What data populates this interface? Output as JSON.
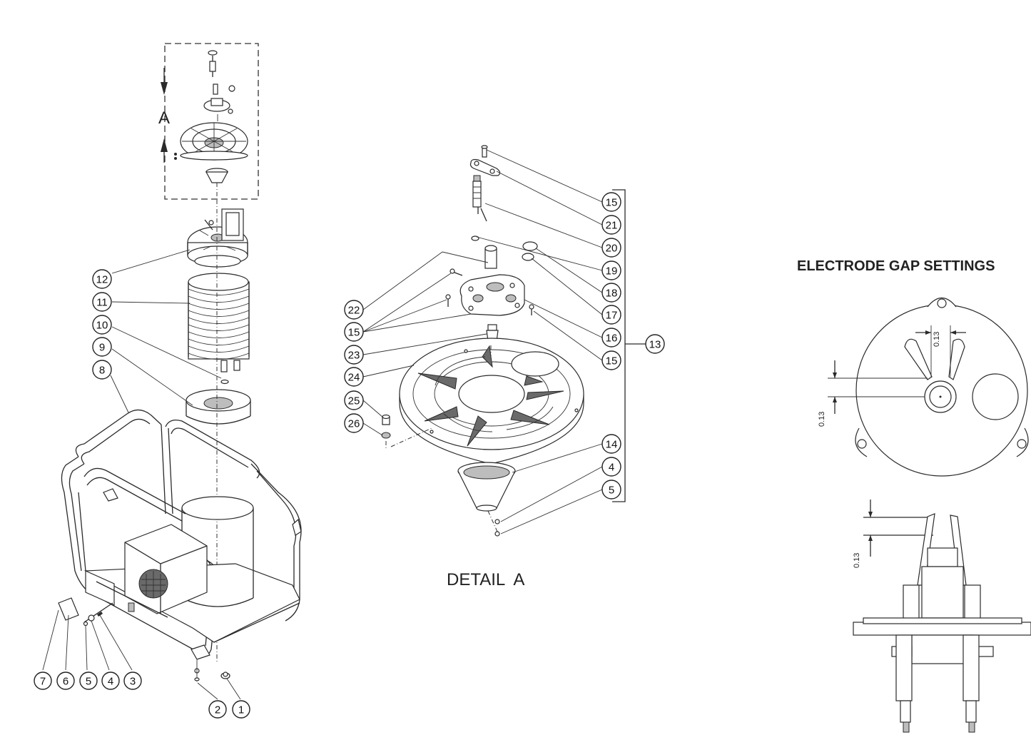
{
  "view_label": "A",
  "detail_title": "DETAIL  A",
  "gap_title": "ELECTRODE GAP SETTINGS",
  "dimensions": [
    "0.13",
    "0.13",
    "0.13"
  ],
  "callouts": {
    "main": [
      "1",
      "2",
      "3",
      "4",
      "5",
      "6",
      "7",
      "8",
      "9",
      "10",
      "11",
      "12"
    ],
    "detail": [
      "13",
      "14",
      "4",
      "5",
      "15",
      "21",
      "20",
      "19",
      "18",
      "17",
      "16",
      "15",
      "22",
      "15",
      "23",
      "24",
      "25",
      "26"
    ]
  }
}
